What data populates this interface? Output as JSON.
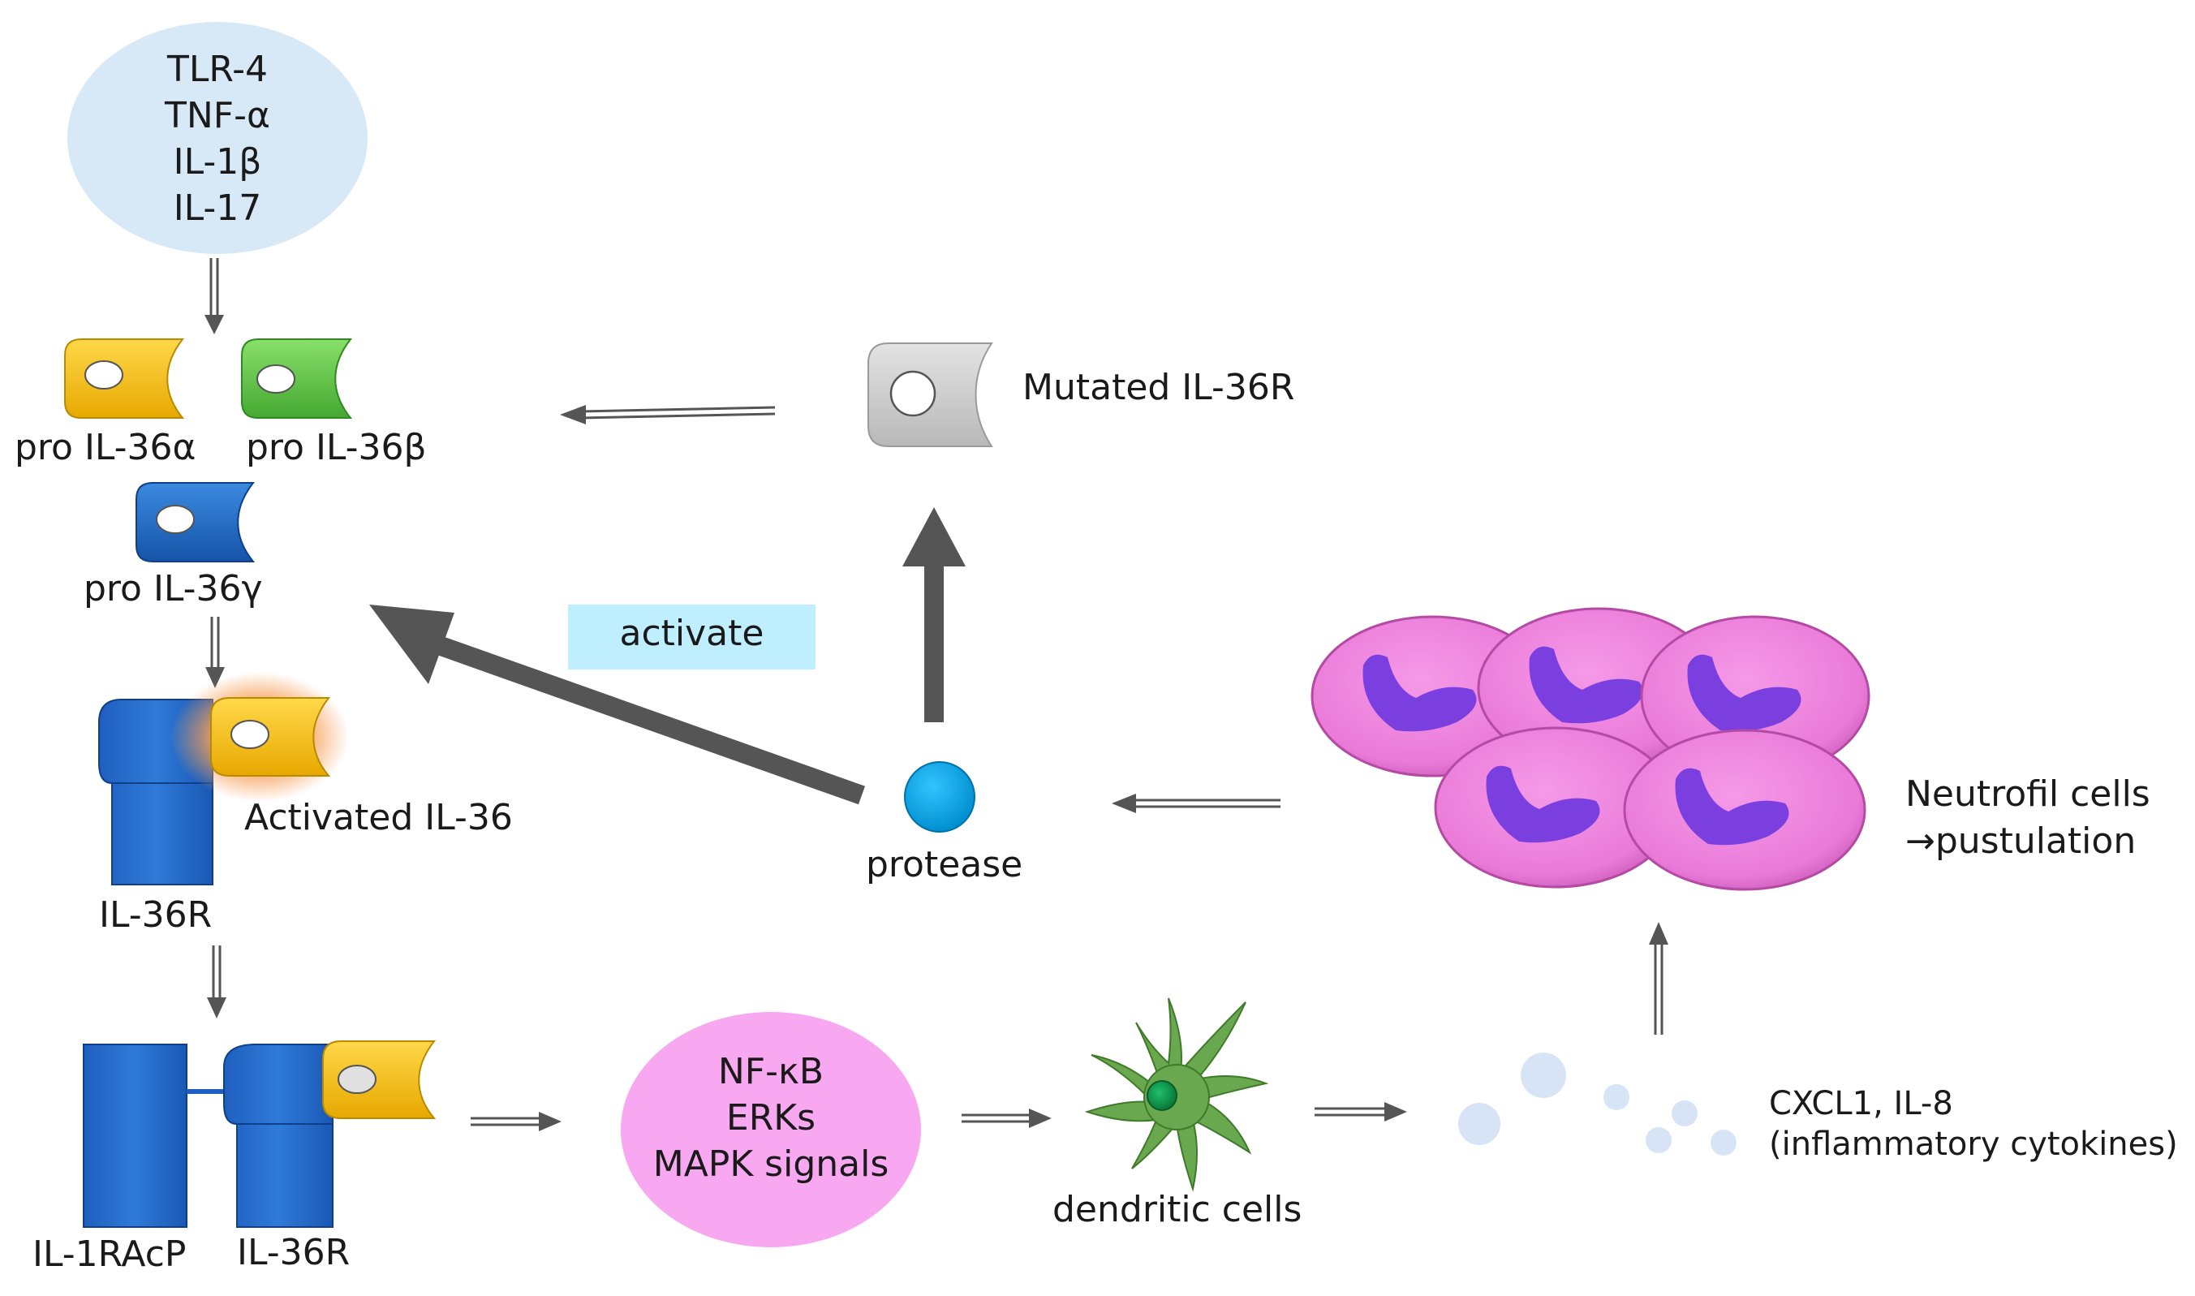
{
  "stimuli": [
    "TLR-4",
    "TNF-α",
    "IL-1β",
    "IL-17"
  ],
  "pro_il36_alpha": "pro IL-36α",
  "pro_il36_beta": "pro IL-36β",
  "pro_il36_gamma": "pro IL-36γ",
  "activated_il36": "Activated IL-36",
  "il36r_top": "IL-36R",
  "il1racp": "IL-1RAcP",
  "il36r_bottom": "IL-36R",
  "mutated_il36r": "Mutated IL-36R",
  "activate": "activate",
  "protease": "protease",
  "signals": [
    "NF-κB",
    "ERKs",
    "MAPK signals"
  ],
  "dendritic_cells": "dendritic cells",
  "cytokines": [
    "CXCL1, IL-8",
    "(inflammatory cytokines)"
  ],
  "neutrophils": [
    "Neutrofil cells",
    "→pustulation"
  ],
  "colors": {
    "stimuli_bubble": "#d7e9f7",
    "il36_alpha": "#ffc000",
    "il36_beta": "#66cc44",
    "il36_gamma": "#1f6ec8",
    "receptor": "#1f66c8",
    "mutated": "#cfcfcf",
    "activate_box": "#bfefff",
    "protease": "#00a8e8",
    "signal_bubble": "#f7a8f0",
    "dendritic": "#6aa84f",
    "neutrophil": "#ef82df",
    "nucleus": "#7b3fe0",
    "cytokine_dots": "#d6e4f5",
    "arrow": "#555555"
  }
}
